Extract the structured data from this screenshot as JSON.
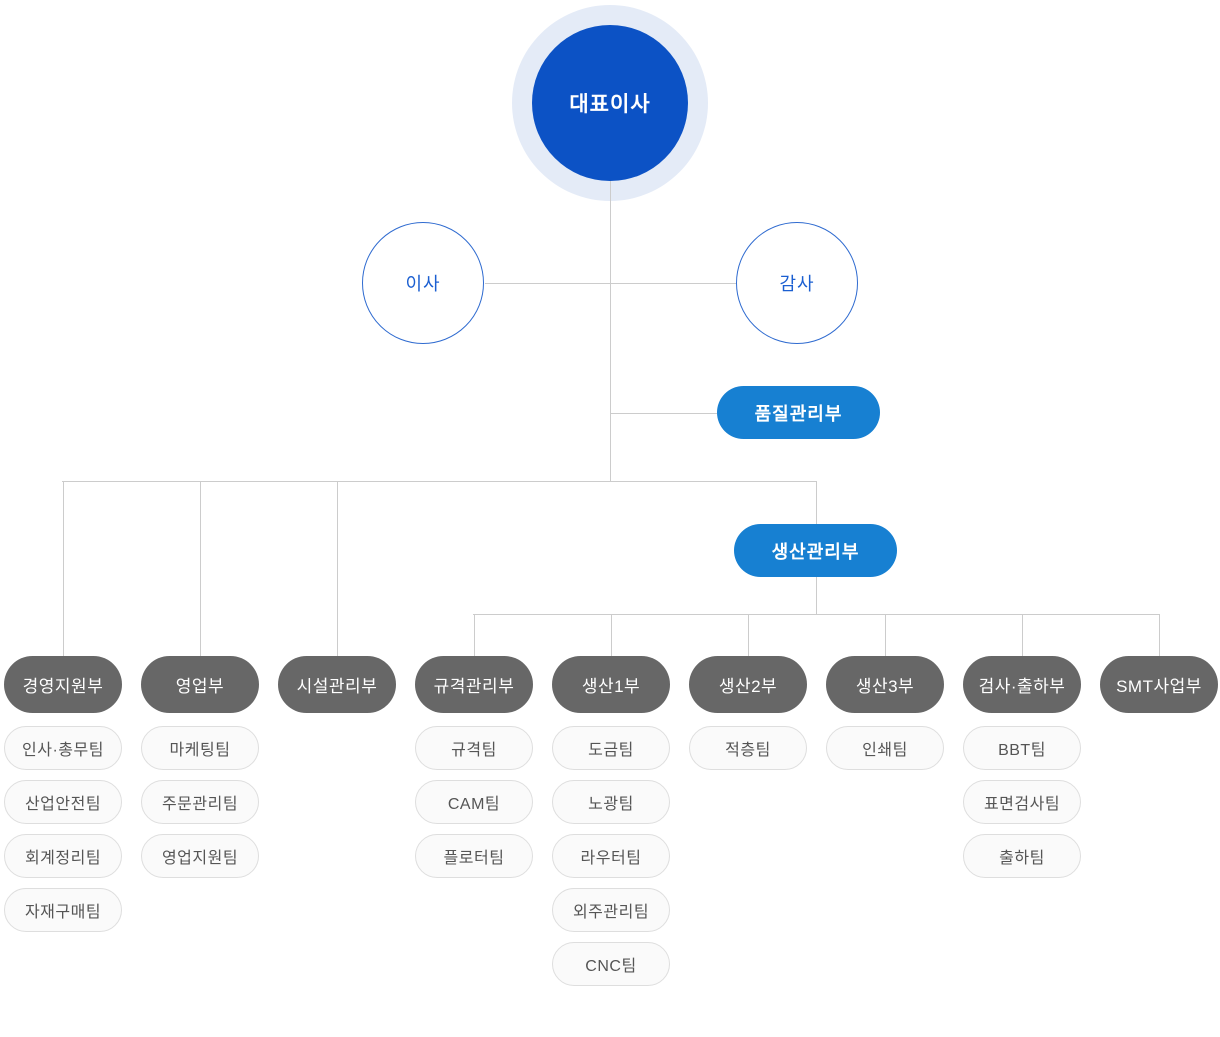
{
  "org_chart": {
    "ceo": {
      "label": "대표이사"
    },
    "advisors": [
      {
        "label": "이사"
      },
      {
        "label": "감사"
      }
    ],
    "staff_departments": [
      {
        "label": "품질관리부"
      },
      {
        "label": "생산관리부"
      }
    ],
    "departments": [
      {
        "label": "경영지원부",
        "teams": [
          "인사·총무팀",
          "산업안전팀",
          "회계정리팀",
          "자재구매팀"
        ]
      },
      {
        "label": "영업부",
        "teams": [
          "마케팅팀",
          "주문관리팀",
          "영업지원팀"
        ]
      },
      {
        "label": "시설관리부",
        "teams": []
      },
      {
        "label": "규격관리부",
        "teams": [
          "규격팀",
          "CAM팀",
          "플로터팀"
        ]
      },
      {
        "label": "생산1부",
        "teams": [
          "도금팀",
          "노광팀",
          "라우터팀",
          "외주관리팀",
          "CNC팀"
        ]
      },
      {
        "label": "생산2부",
        "teams": [
          "적층팀"
        ]
      },
      {
        "label": "생산3부",
        "teams": [
          "인쇄팀"
        ]
      },
      {
        "label": "검사·출하부",
        "teams": [
          "BBT팀",
          "표면검사팀",
          "출하팀"
        ]
      },
      {
        "label": "SMT사업부",
        "teams": []
      }
    ],
    "colors": {
      "ceo_blue": "#0c52c5",
      "halo_blue": "#e4ebf7",
      "advisor_border_blue": "#2f6bd0",
      "advisor_text_blue": "#1b5fd1",
      "staff_pill_blue": "#1780d2",
      "department_gray": "#676767",
      "team_pill_bg": "#fafafa",
      "team_pill_border": "#dedede",
      "team_text": "#555555",
      "connector_line": "#cccccc"
    }
  }
}
